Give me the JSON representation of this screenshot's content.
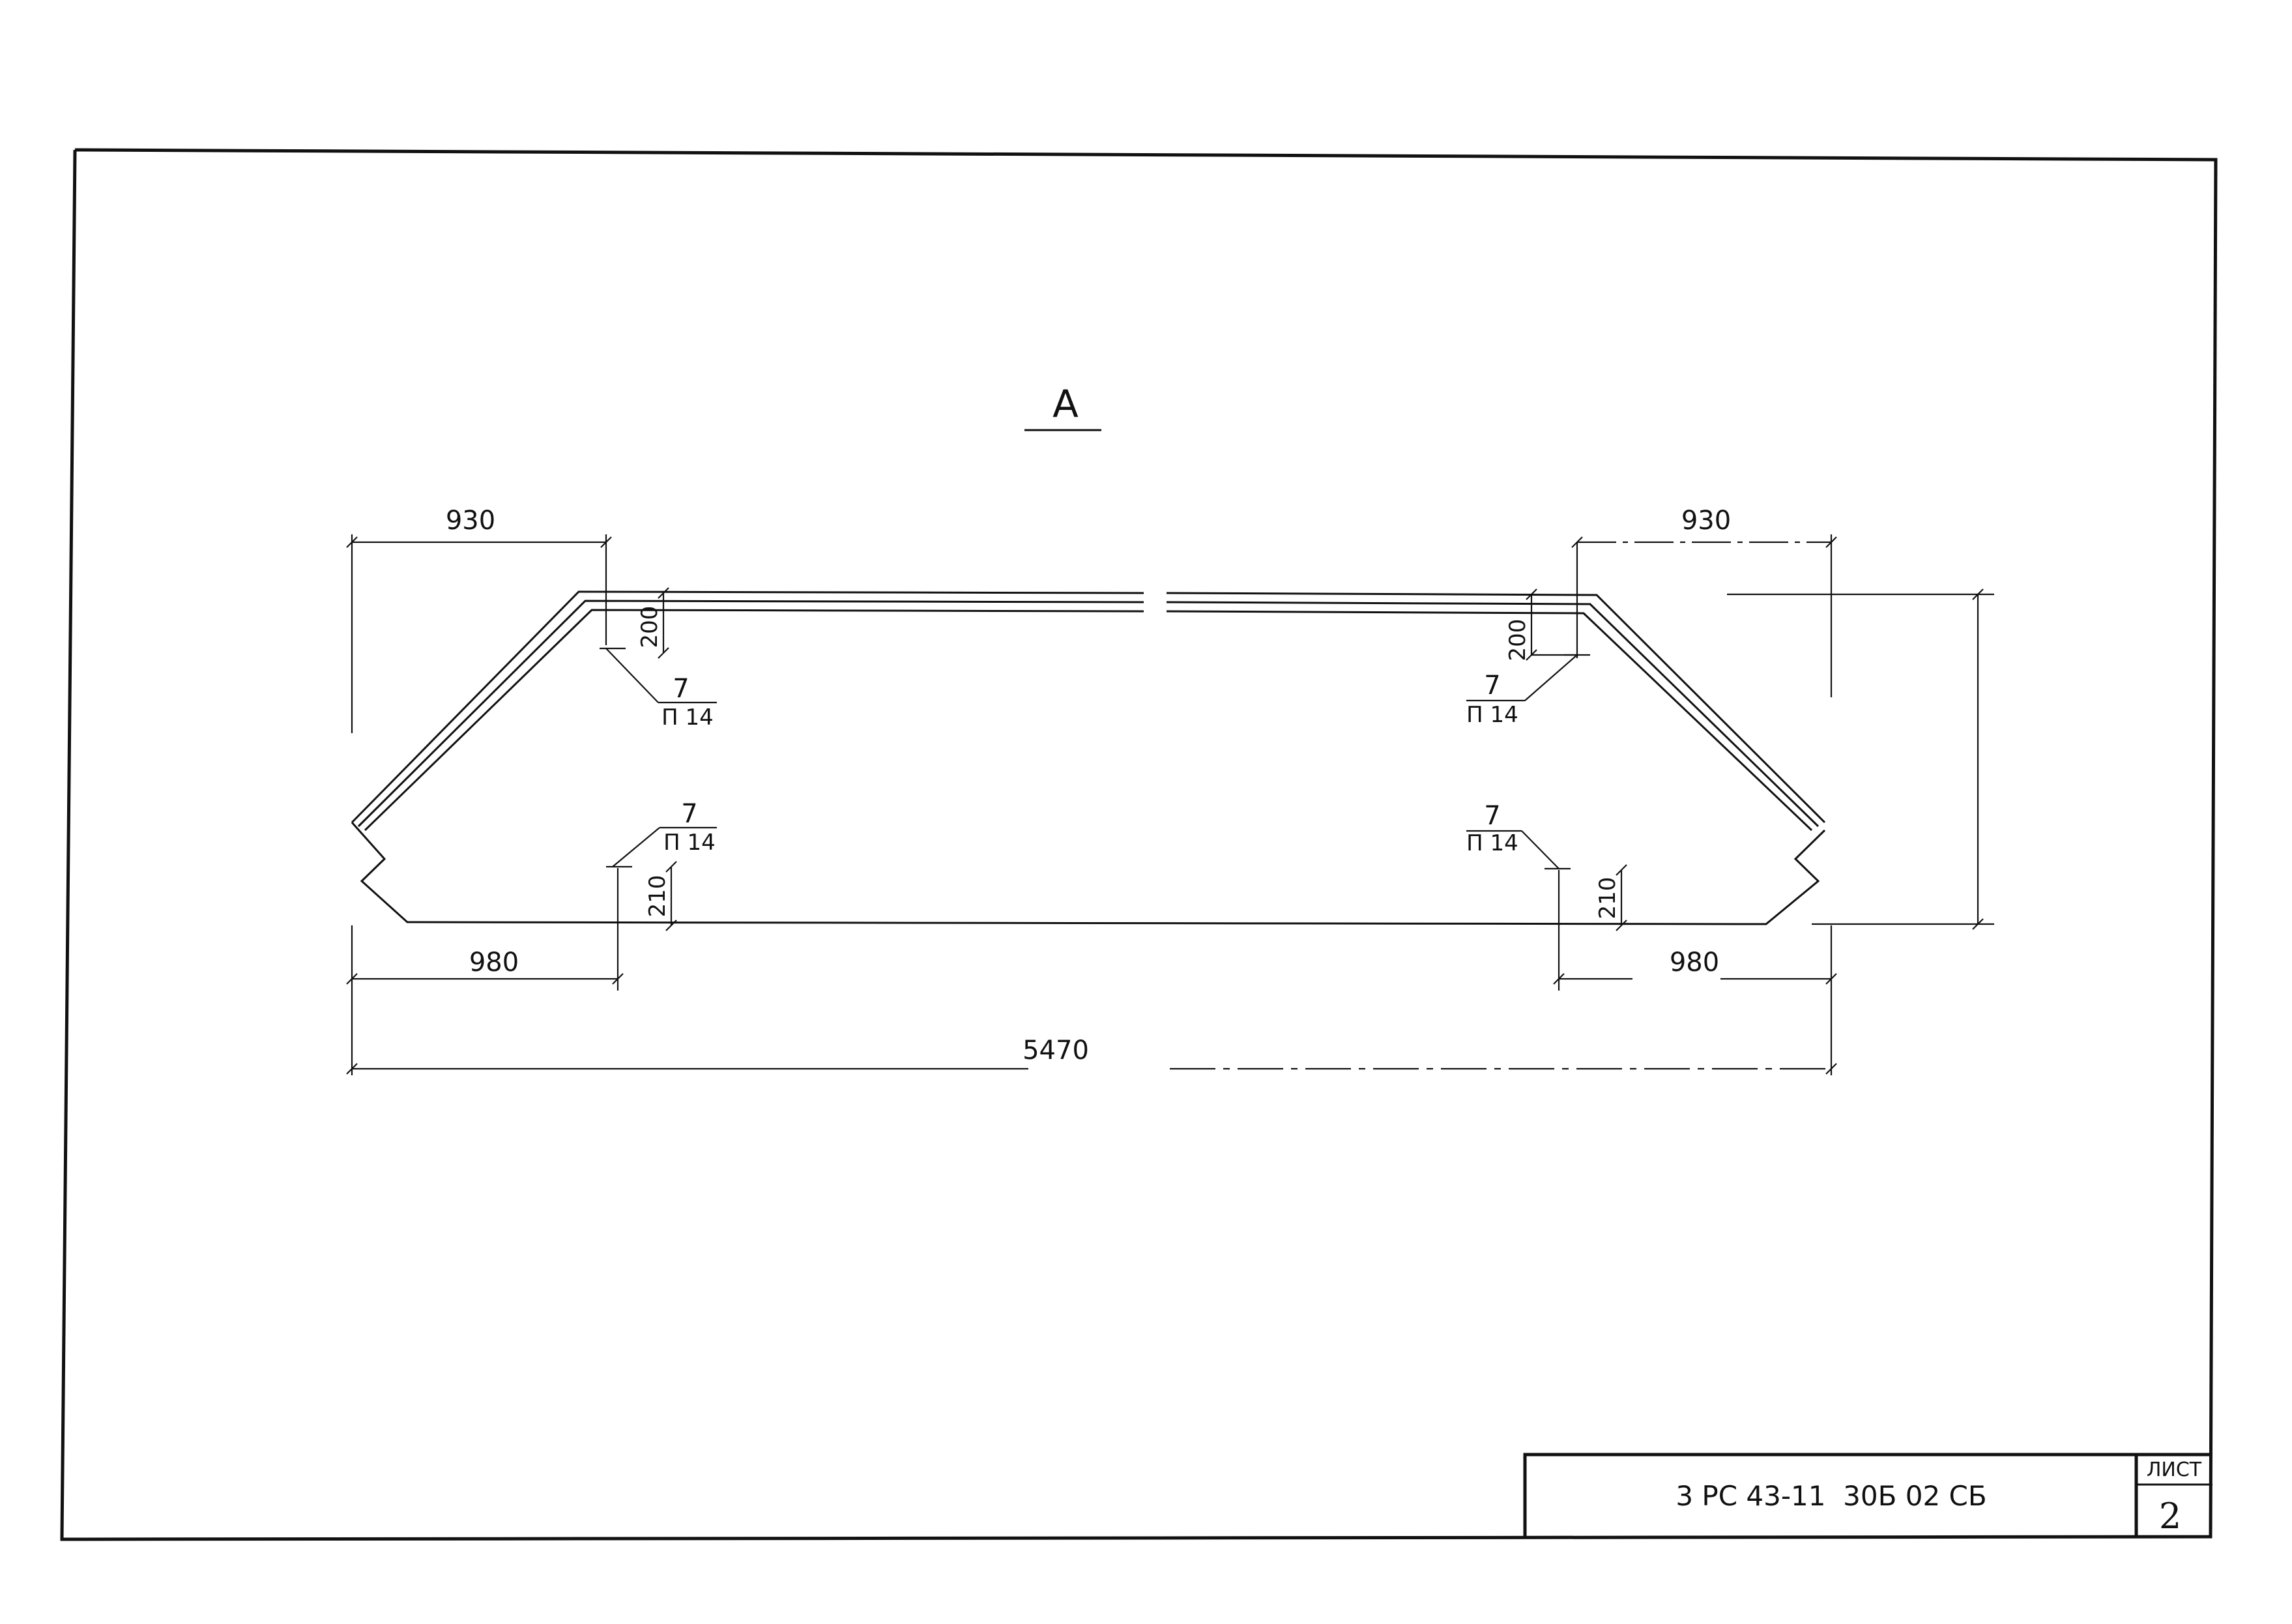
{
  "view": {
    "title": "A"
  },
  "dimensions": {
    "top_left": "930",
    "top_right": "930",
    "bottom_left": "980",
    "bottom_right": "980",
    "overall": "5470",
    "offset_top_left": "200",
    "offset_top_right": "200",
    "offset_bottom_left": "210",
    "offset_bottom_right": "210"
  },
  "callouts": {
    "top_left": {
      "position": "7",
      "spec": "П 14"
    },
    "top_right": {
      "position": "7",
      "spec": "П 14"
    },
    "bottom_left": {
      "position": "7",
      "spec": "П 14"
    },
    "bottom_right": {
      "position": "7",
      "spec": "П 14"
    }
  },
  "title_block": {
    "designation": "3 РС 43-11  30Б 02 СБ",
    "sheet_label": "ЛИСТ",
    "sheet_number": "2"
  }
}
